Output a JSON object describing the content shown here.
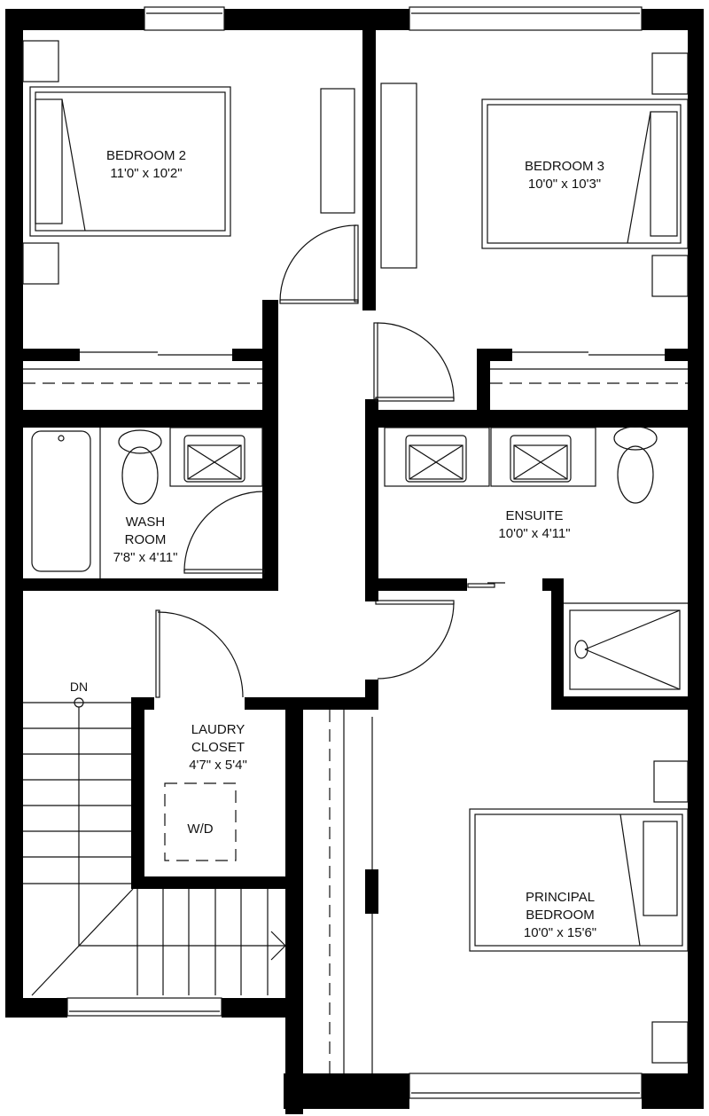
{
  "floor_plan": {
    "colors": {
      "wall": "#000000",
      "fixture_line": "#111111",
      "background": "#ffffff"
    },
    "rooms": [
      {
        "id": "bedroom-2",
        "name_lines": [
          "BEDROOM 2"
        ],
        "dimensions": "11'0\" x 10'2\""
      },
      {
        "id": "bedroom-3",
        "name_lines": [
          "BEDROOM 3"
        ],
        "dimensions": "10'0\" x 10'3\""
      },
      {
        "id": "wash-room",
        "name_lines": [
          "WASH",
          "ROOM"
        ],
        "dimensions": "7'8\" x 4'11\""
      },
      {
        "id": "ensuite",
        "name_lines": [
          "ENSUITE"
        ],
        "dimensions": "10'0\" x 4'11\""
      },
      {
        "id": "laundry-closet",
        "name_lines": [
          "LAUDRY",
          "CLOSET"
        ],
        "dimensions": "4'7\" x 5'4\""
      },
      {
        "id": "principal-bedroom",
        "name_lines": [
          "PRINCIPAL",
          "BEDROOM"
        ],
        "dimensions": "10'0\" x 15'6\""
      }
    ],
    "appliances": {
      "washer_dryer_label": "W/D"
    },
    "stairs": {
      "direction_label": "DN"
    }
  }
}
